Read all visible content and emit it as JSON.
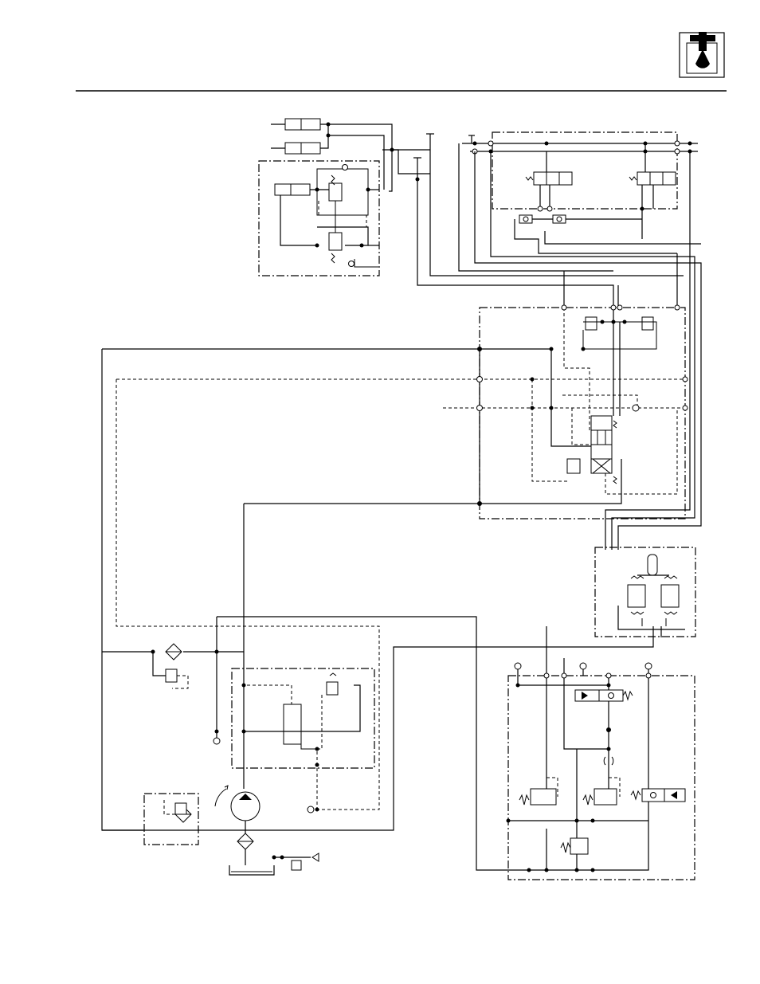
{
  "page": {
    "header_icon": "hydraulic-oil-drop-icon",
    "header_rule": true
  },
  "diagram": {
    "type": "hydraulic-schematic",
    "components": [
      {
        "id": "steer-cylinder-1",
        "kind": "cylinder"
      },
      {
        "id": "steer-cylinder-2",
        "kind": "cylinder"
      },
      {
        "id": "lift-cylinder",
        "kind": "cylinder"
      },
      {
        "id": "solenoid-valve-left",
        "kind": "solenoid-valve"
      },
      {
        "id": "solenoid-valve-right",
        "kind": "solenoid-valve"
      },
      {
        "id": "directional-control-valve",
        "kind": "four-way-valve"
      },
      {
        "id": "joystick-controller",
        "kind": "pilot-controller"
      },
      {
        "id": "return-filter",
        "kind": "filter"
      },
      {
        "id": "pump",
        "kind": "pump"
      },
      {
        "id": "reservoir",
        "kind": "tank"
      },
      {
        "id": "pressure-control-valve",
        "kind": "relief-valve"
      },
      {
        "id": "pump-control-manifold",
        "kind": "manifold"
      }
    ],
    "colors": {
      "line": "#000000",
      "background": "#ffffff"
    }
  }
}
